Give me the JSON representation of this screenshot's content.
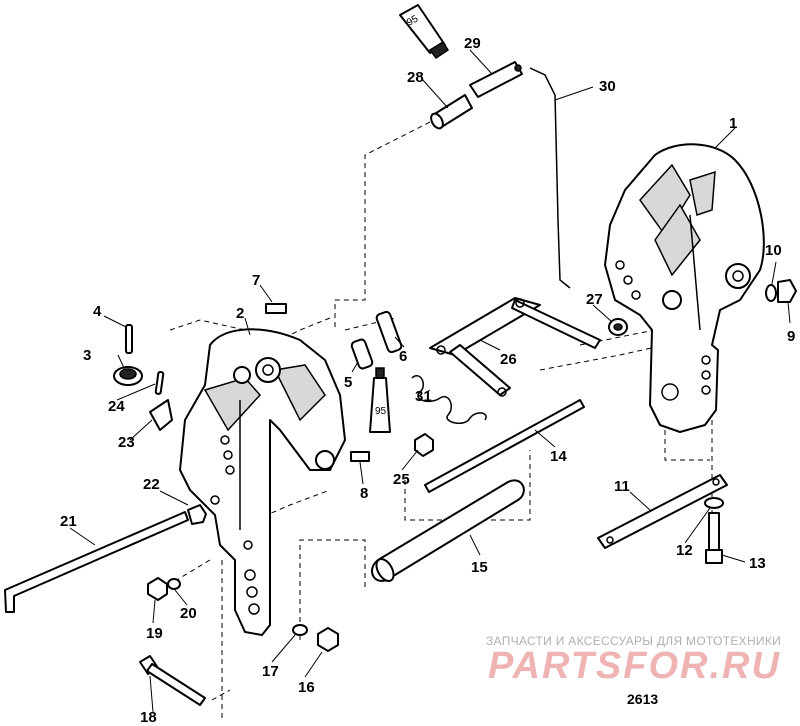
{
  "diagram": {
    "figure_number": "2613",
    "watermark": {
      "tagline": "ЗАПЧАСТИ И АКСЕССУАРЫ ДЛЯ МОТОТЕХНИКИ",
      "logo": "PARTSFOR.RU"
    },
    "tube_labels": {
      "top": "95",
      "middle": "95"
    },
    "callouts": [
      {
        "id": "1",
        "text": "1"
      },
      {
        "id": "2",
        "text": "2"
      },
      {
        "id": "3",
        "text": "3"
      },
      {
        "id": "4",
        "text": "4"
      },
      {
        "id": "5",
        "text": "5"
      },
      {
        "id": "6",
        "text": "6"
      },
      {
        "id": "7",
        "text": "7"
      },
      {
        "id": "8",
        "text": "8"
      },
      {
        "id": "9",
        "text": "9"
      },
      {
        "id": "10",
        "text": "10"
      },
      {
        "id": "11",
        "text": "11"
      },
      {
        "id": "12",
        "text": "12"
      },
      {
        "id": "13",
        "text": "13"
      },
      {
        "id": "14",
        "text": "14"
      },
      {
        "id": "15",
        "text": "15"
      },
      {
        "id": "16",
        "text": "16"
      },
      {
        "id": "17",
        "text": "17"
      },
      {
        "id": "18",
        "text": "18"
      },
      {
        "id": "19",
        "text": "19"
      },
      {
        "id": "20",
        "text": "20"
      },
      {
        "id": "21",
        "text": "21"
      },
      {
        "id": "22",
        "text": "22"
      },
      {
        "id": "23",
        "text": "23"
      },
      {
        "id": "24",
        "text": "24"
      },
      {
        "id": "25",
        "text": "25"
      },
      {
        "id": "26",
        "text": "26"
      },
      {
        "id": "27",
        "text": "27"
      },
      {
        "id": "28",
        "text": "28"
      },
      {
        "id": "29",
        "text": "29"
      },
      {
        "id": "30",
        "text": "30"
      },
      {
        "id": "31",
        "text": "31"
      }
    ]
  }
}
